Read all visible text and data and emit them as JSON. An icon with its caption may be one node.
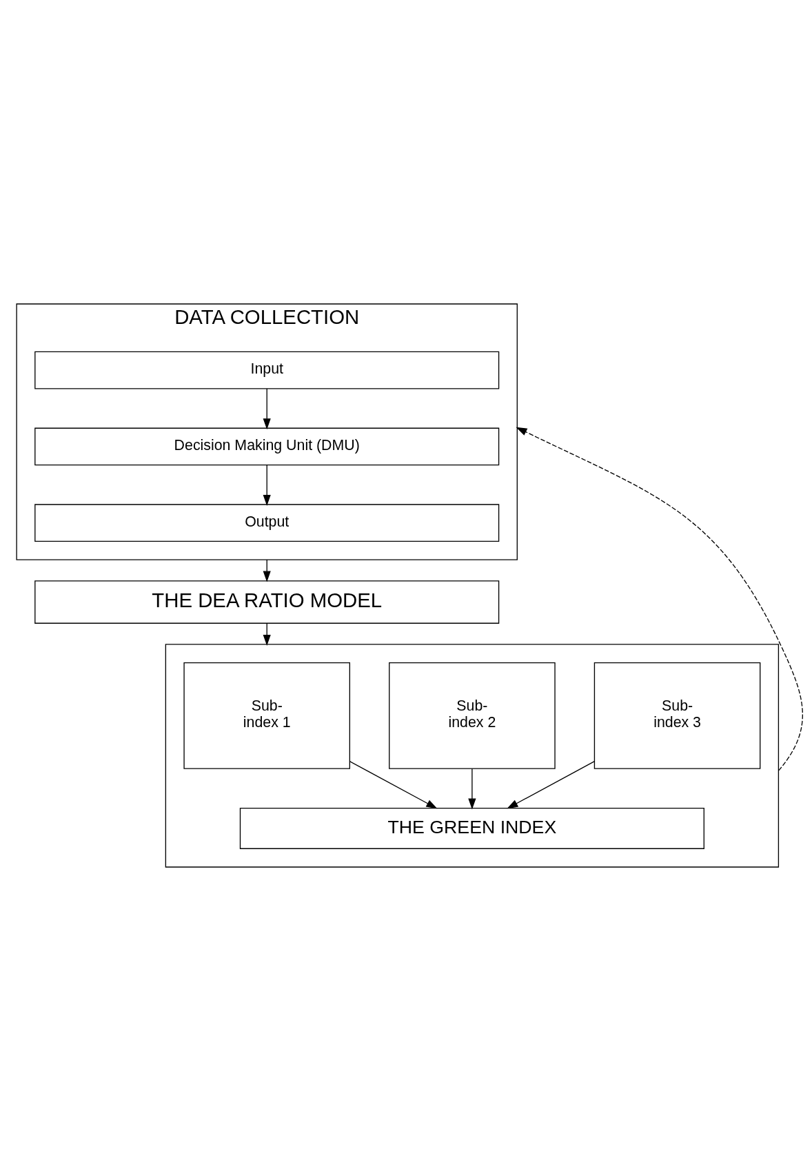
{
  "diagram": {
    "nodes": [
      {
        "text": [
          "DATA COLLECTION"
        ]
      },
      {
        "text": [
          "Input"
        ],
        "in": 0
      },
      {
        "text": [
          "Decision Making Unit (DMU)"
        ],
        "in": 0
      },
      {
        "text": [
          "Output"
        ],
        "in": 0
      },
      {
        "text": [
          "THE DEA RATIO MODEL"
        ]
      },
      {
        "text": [],
        "shape": "box"
      },
      {
        "text": [
          "Sub- index 1"
        ],
        "in": 5
      },
      {
        "text": [
          "Sub- index 2"
        ],
        "in": 5
      },
      {
        "text": [
          "Sub- index 3"
        ],
        "in": 5
      },
      {
        "text": [
          "THE GREEN INDEX"
        ],
        "in": 5
      }
    ],
    "edges": [
      {
        "from": 1,
        "to": 2,
        "arrow": "to"
      },
      {
        "from": 2,
        "to": 3,
        "arrow": "to"
      },
      {
        "from": 0,
        "to": 4,
        "arrow": "to"
      },
      {
        "from": 4,
        "to": 5,
        "arrow": "to"
      },
      {
        "from": 6,
        "to": 9,
        "arrow": "to"
      },
      {
        "from": 7,
        "to": 9,
        "arrow": "to"
      },
      {
        "from": 8,
        "to": 9,
        "arrow": "to"
      },
      {
        "from": 5,
        "to": 0,
        "arrow": "to",
        "style": "dashed"
      }
    ]
  }
}
